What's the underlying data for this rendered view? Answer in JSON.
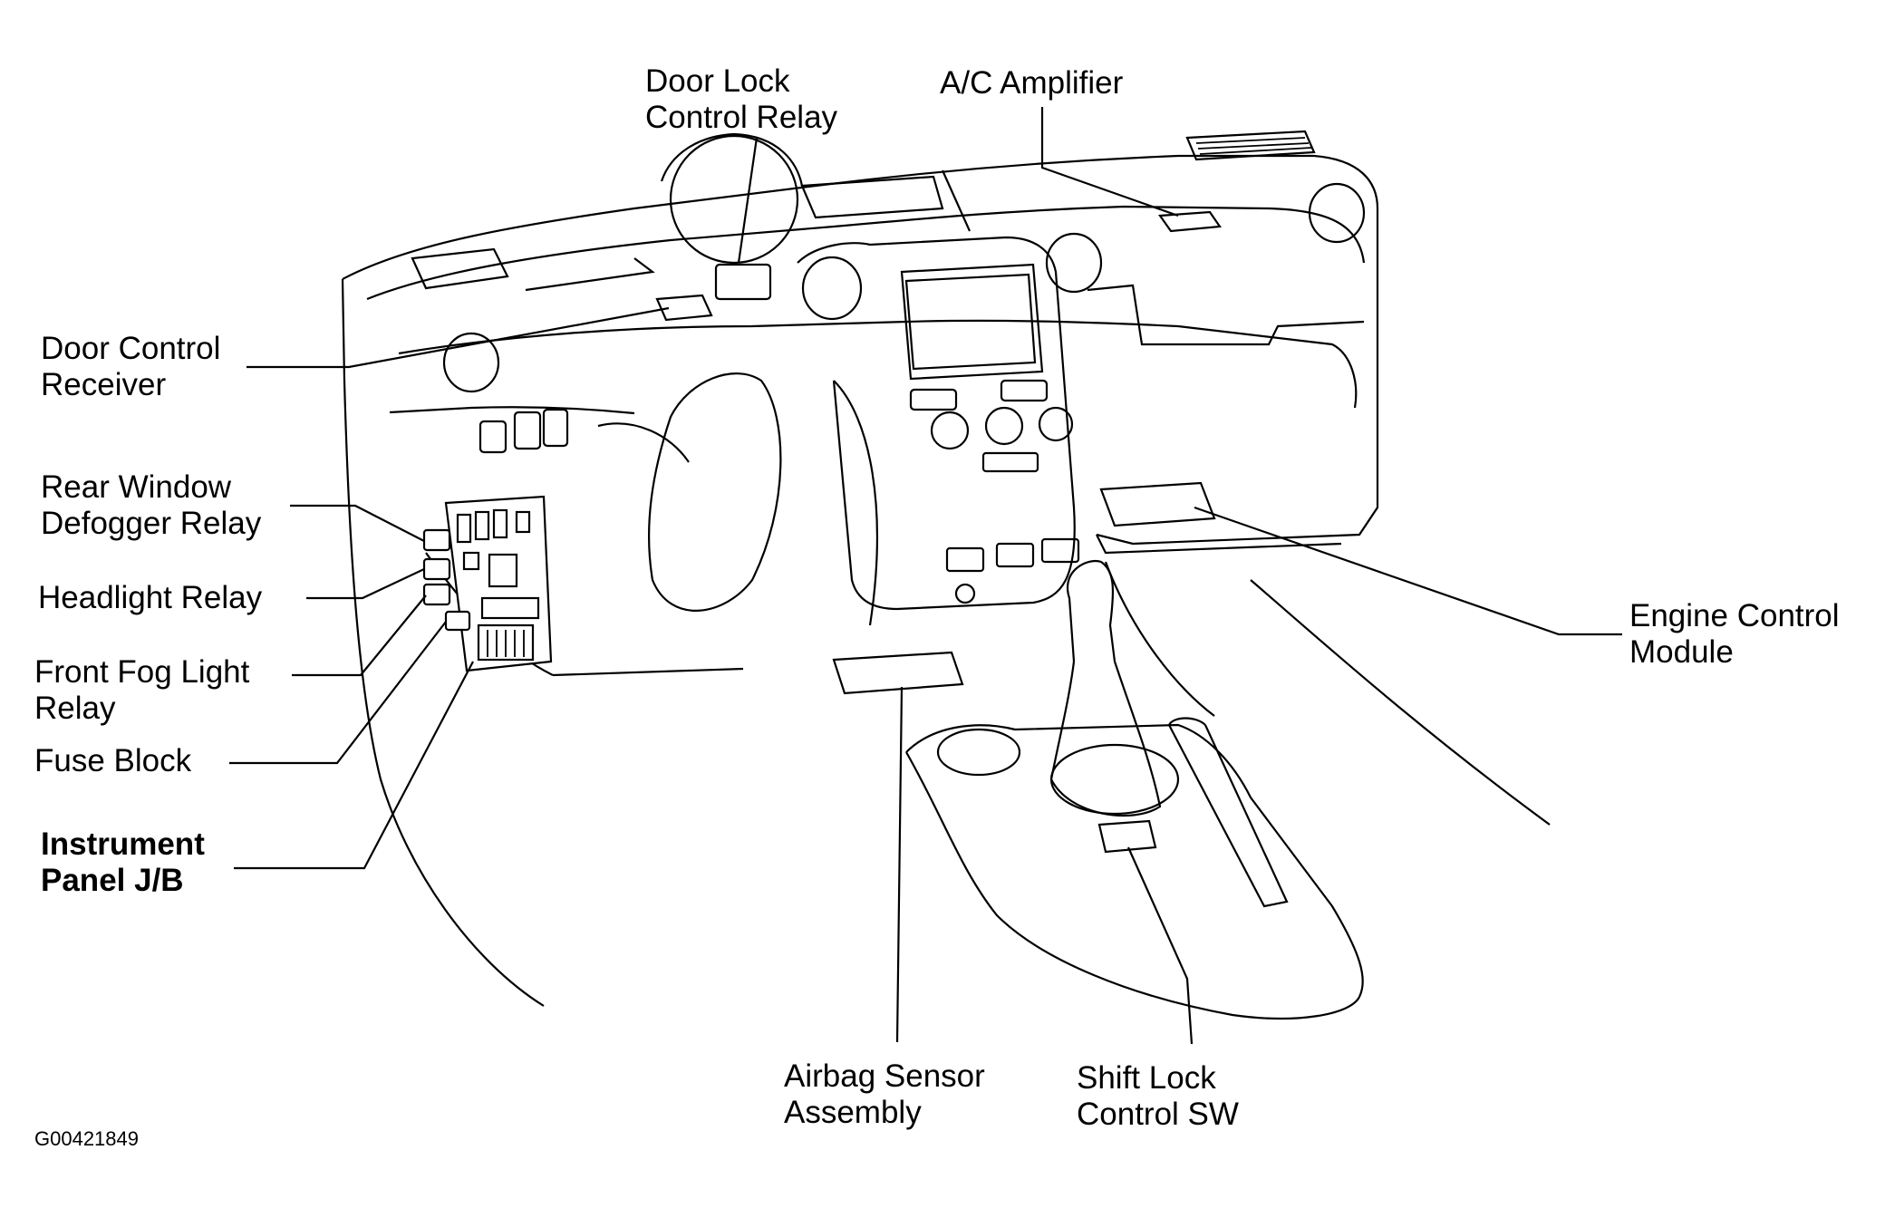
{
  "labels": {
    "door_lock_relay": [
      "Door Lock",
      "Control Relay"
    ],
    "ac_amplifier": [
      "A/C Amplifier"
    ],
    "door_control_receiver": [
      "Door Control",
      "Receiver"
    ],
    "rear_window_defogger": [
      "Rear Window",
      "Defogger Relay"
    ],
    "headlight_relay": [
      "Headlight Relay"
    ],
    "front_fog_light": [
      "Front Fog Light",
      "Relay"
    ],
    "fuse_block": [
      "Fuse Block"
    ],
    "instrument_panel_jb": [
      "Instrument",
      "Panel J/B"
    ],
    "engine_control_module": [
      "Engine Control",
      "Module"
    ],
    "airbag_sensor": [
      "Airbag Sensor",
      "Assembly"
    ],
    "shift_lock_sw": [
      "Shift Lock",
      "Control SW"
    ]
  },
  "figure_id": "G00421849"
}
